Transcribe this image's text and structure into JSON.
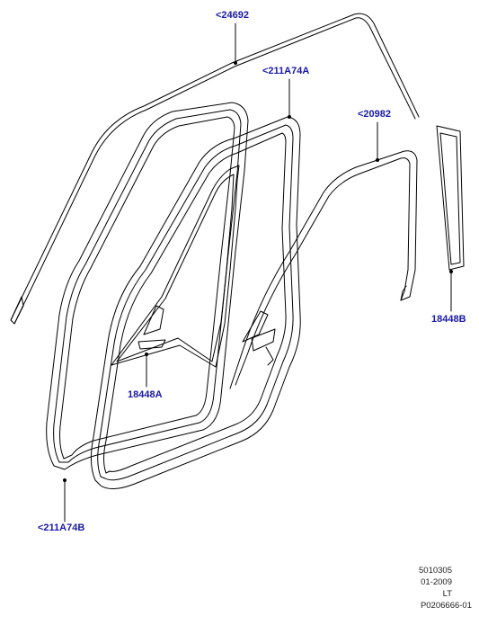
{
  "callouts": {
    "c24692": "<24692",
    "c211A74A": "<211A74A",
    "c20982": "<20982",
    "c18448B": "18448B",
    "c18448A": "18448A",
    "c211A74B": "<211A74B"
  },
  "footer": {
    "line1": "5010305",
    "line2": "01-2009",
    "line3": "LT",
    "line4": "P0206666-01"
  },
  "colors": {
    "callout_text": "#1a1aa6",
    "line_art": "#000000"
  }
}
